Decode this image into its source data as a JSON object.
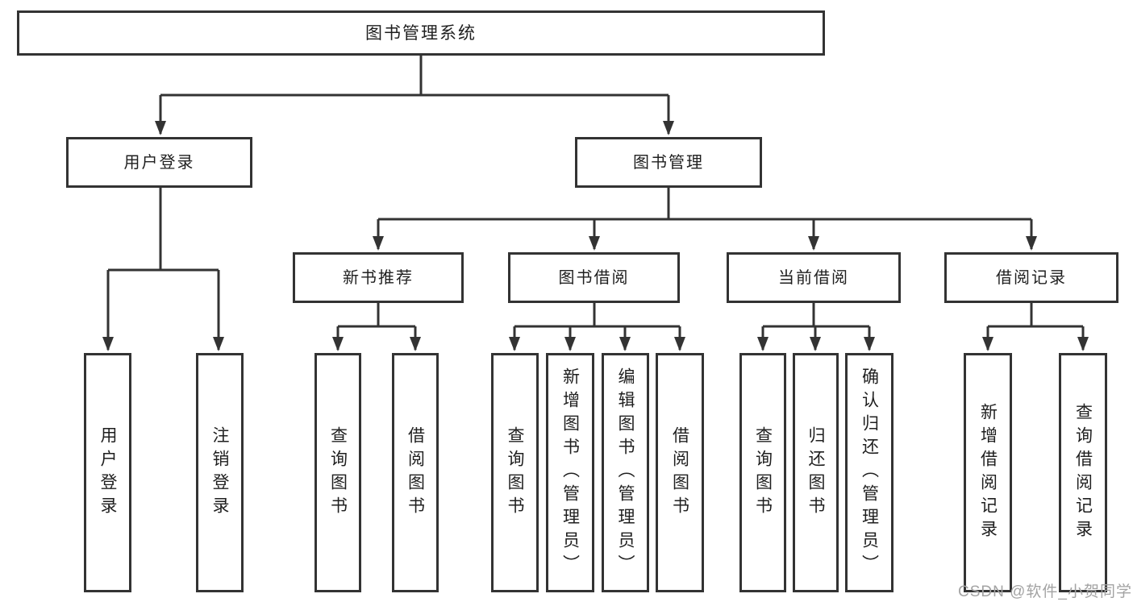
{
  "page": {
    "watermark": "CSDN @软件_小贺同学"
  },
  "colors": {
    "line": "#333333",
    "box_border": "#333333",
    "text": "#1f1f1f",
    "background": "#ffffff",
    "watermark_text": "#a3a3a3"
  },
  "tree": {
    "root": {
      "label": "图书管理系统"
    },
    "branches": [
      {
        "label": "用户登录",
        "children": [
          {
            "label": "用户登录"
          },
          {
            "label": "注销登录"
          }
        ]
      },
      {
        "label": "图书管理",
        "sections": [
          {
            "label": "新书推荐",
            "children": [
              {
                "label": "查询图书"
              },
              {
                "label": "借阅图书"
              }
            ]
          },
          {
            "label": "图书借阅",
            "children": [
              {
                "label": "查询图书"
              },
              {
                "label": "新增图书（管理员）"
              },
              {
                "label": "编辑图书（管理员）"
              },
              {
                "label": "借阅图书"
              }
            ]
          },
          {
            "label": "当前借阅",
            "children": [
              {
                "label": "查询图书"
              },
              {
                "label": "归还图书"
              },
              {
                "label": "确认归还（管理员）"
              }
            ]
          },
          {
            "label": "借阅记录",
            "children": [
              {
                "label": "新增借阅记录"
              },
              {
                "label": "查询借阅记录"
              }
            ]
          }
        ]
      }
    ]
  }
}
